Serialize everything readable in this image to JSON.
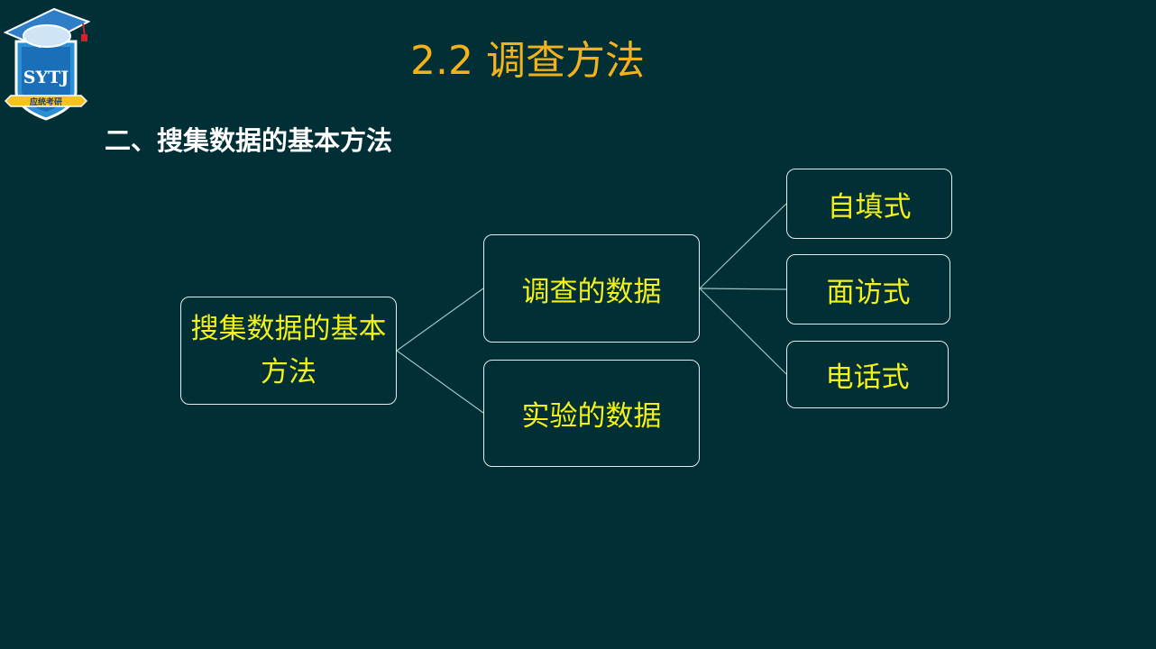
{
  "logo": {
    "text": "SYTJ",
    "banner": "应统考研"
  },
  "title": "2.2 调查方法",
  "subtitle": "二、搜集数据的基本方法",
  "diagram": {
    "root": "搜集数据的基本方法",
    "survey": "调查的数据",
    "experiment": "实验的数据",
    "methods": [
      "自填式",
      "面访式",
      "电话式"
    ]
  },
  "colors": {
    "background": "#002f35",
    "title": "#f2b21c",
    "node_text": "#f4f01a",
    "subtitle": "#ffffff",
    "border": "#e6ecec"
  }
}
